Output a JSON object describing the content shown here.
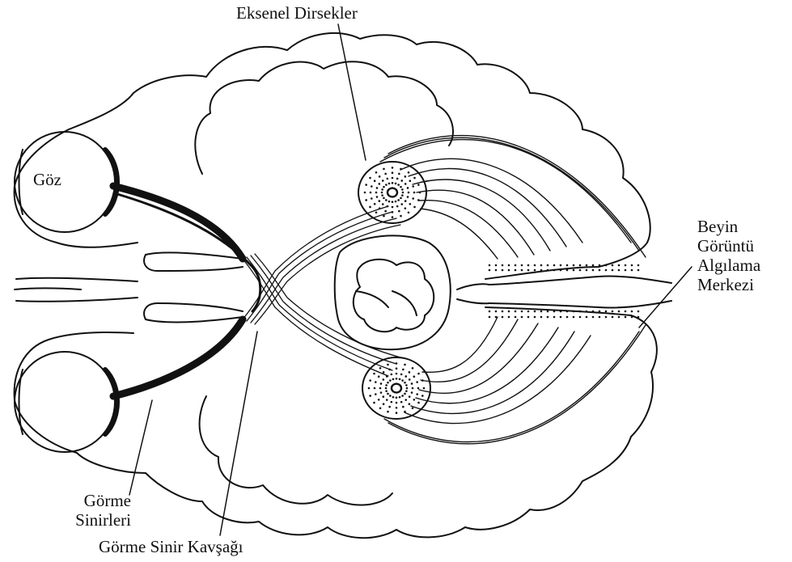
{
  "diagram": {
    "labels": {
      "axial_bends": "Eksenel Dirsekler",
      "eye": "Göz",
      "visual_cortex": [
        "Beyin",
        "Görüntü",
        "Algılama",
        "Merkezi"
      ],
      "optic_nerves": [
        "Görme",
        "Sinirleri"
      ],
      "optic_chiasm": "Görme Sinir Kavşağı"
    },
    "colors": {
      "stroke": "#111111",
      "background": "#ffffff"
    }
  }
}
